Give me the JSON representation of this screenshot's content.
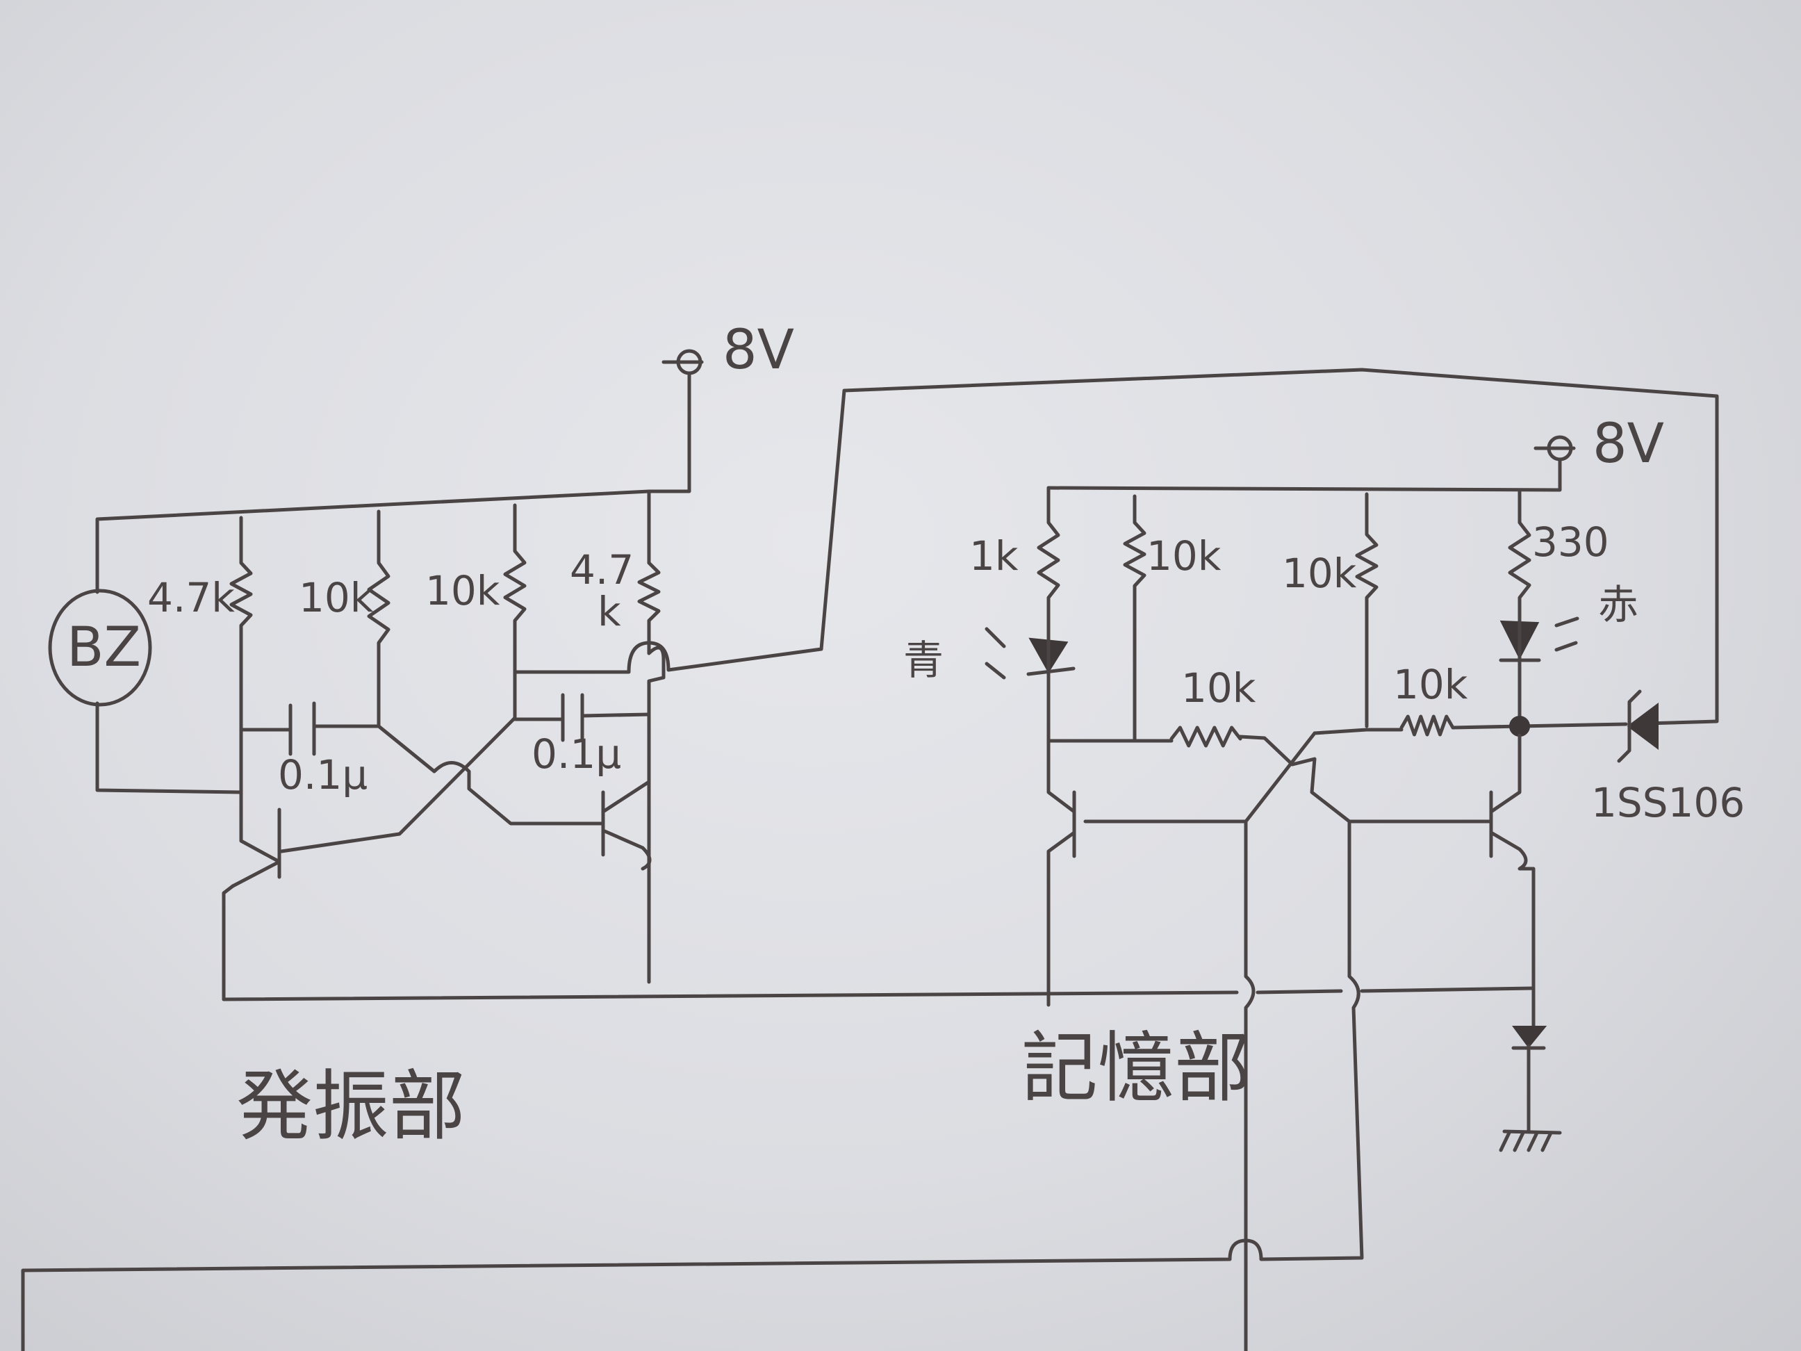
{
  "title": "Hand-drawn circuit schematic",
  "oscillator": {
    "section_label": "発振部",
    "supply_label": "8V",
    "buzzer_label": "BZ",
    "resistors": [
      "4.7k",
      "10k",
      "10k",
      "4.7k"
    ],
    "resistor4_parts": [
      "4.7",
      "k"
    ],
    "capacitors": [
      "0.1μ",
      "0.1μ"
    ]
  },
  "memory": {
    "section_label": "記憶部",
    "supply_label": "8V",
    "resistors_top": [
      "1k",
      "10k",
      "10k",
      "330"
    ],
    "resistors_base": [
      "10k",
      "10k"
    ],
    "led_blue_label": "青",
    "led_red_label": "赤",
    "diode_label": "1SS106"
  },
  "ink_color": "#4b4445"
}
